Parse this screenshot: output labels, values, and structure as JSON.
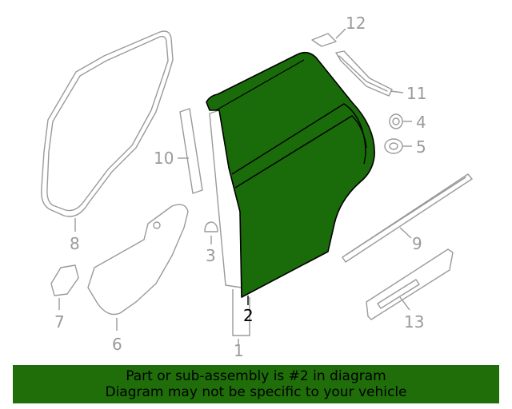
{
  "colors": {
    "highlight_fill": "#1a6b0a",
    "banner_background": "#1f6e0a",
    "outline": "#9a9a9a",
    "highlight_callout": "#000000"
  },
  "diagram": {
    "highlighted_part": "2",
    "callouts": [
      "1",
      "2",
      "3",
      "4",
      "5",
      "6",
      "7",
      "8",
      "9",
      "10",
      "11",
      "12",
      "13"
    ]
  },
  "banner": {
    "line1": "Part or sub-assembly is #2 in diagram",
    "line2": "Diagram may not be specific to your vehicle"
  }
}
